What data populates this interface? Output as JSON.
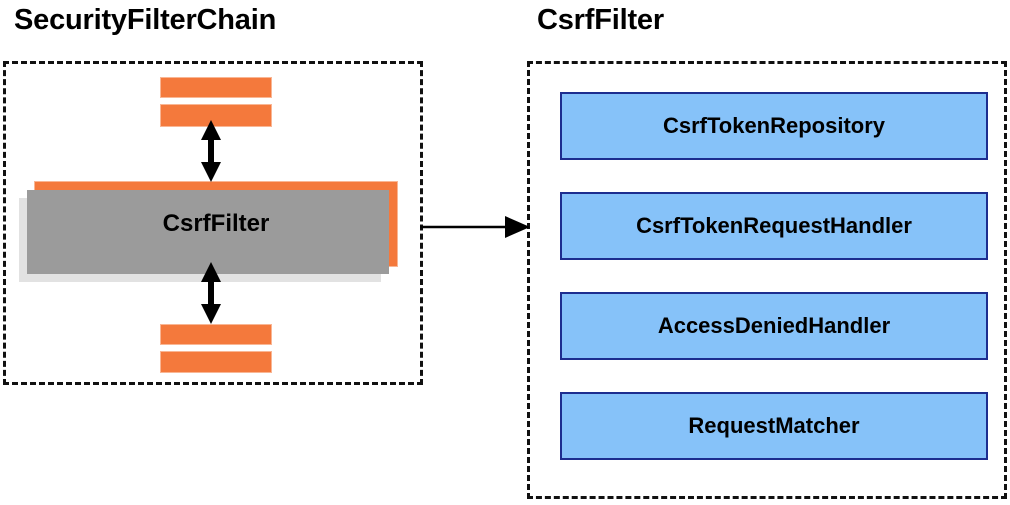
{
  "diagram": {
    "type": "uml-collaboration",
    "background": "#ffffff",
    "colors": {
      "orange_fill": "#f4793c",
      "orange_border": "#f9b694",
      "blue_fill": "#86c2f9",
      "blue_border": "#1d2d8f",
      "shadow_dark": "#9b9b9b",
      "shadow_light": "#e2e2e2",
      "outline": "#111111",
      "text": "#000000"
    }
  },
  "left_panel": {
    "title": "SecurityFilterChain",
    "main_node": {
      "label": "CsrfFilter"
    },
    "filter_bars": [
      {
        "name": "filter-bar-above-1",
        "label": ""
      },
      {
        "name": "filter-bar-above-2",
        "label": ""
      },
      {
        "name": "filter-bar-below-1",
        "label": ""
      },
      {
        "name": "filter-bar-below-2",
        "label": ""
      }
    ],
    "connectors": [
      {
        "name": "double-arrow-up",
        "style": "double-headed-vertical"
      },
      {
        "name": "double-arrow-down",
        "style": "double-headed-vertical"
      }
    ]
  },
  "right_panel": {
    "title": "CsrfFilter",
    "collaborators": [
      {
        "label": "CsrfTokenRepository"
      },
      {
        "label": "CsrfTokenRequestHandler"
      },
      {
        "label": "AccessDeniedHandler"
      },
      {
        "label": "RequestMatcher"
      }
    ]
  },
  "cross_panel_connector": {
    "name": "expansion-arrow",
    "style": "single-headed-horizontal",
    "from": "SecurityFilterChain",
    "to": "CsrfFilter"
  }
}
